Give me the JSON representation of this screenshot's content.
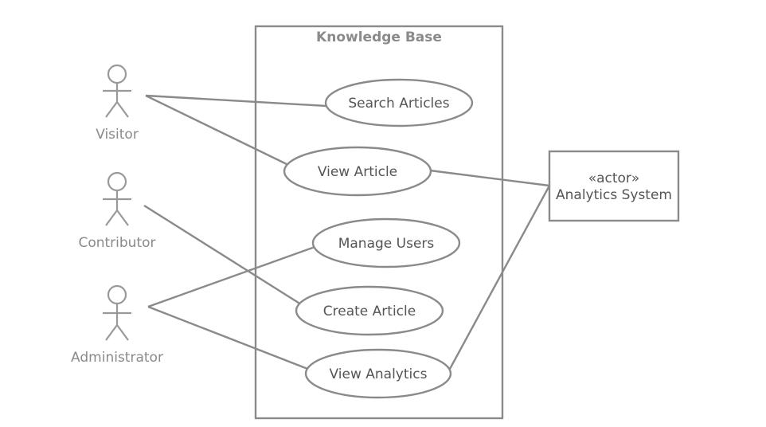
{
  "system": {
    "title": "Knowledge Base"
  },
  "actors": [
    {
      "name": "Visitor"
    },
    {
      "name": "Contributor"
    },
    {
      "name": "Administrator"
    }
  ],
  "use_cases": [
    {
      "label": "Search Articles"
    },
    {
      "label": "View Article"
    },
    {
      "label": "Manage Users"
    },
    {
      "label": "Create Article"
    },
    {
      "label": "View Analytics"
    }
  ],
  "external_actor": {
    "stereotype": "«actor»",
    "name": "Analytics System"
  },
  "associations": [
    {
      "from": "Visitor",
      "to": "Search Articles"
    },
    {
      "from": "Visitor",
      "to": "View Article"
    },
    {
      "from": "Contributor",
      "to": "Create Article"
    },
    {
      "from": "Administrator",
      "to": "Manage Users"
    },
    {
      "from": "Administrator",
      "to": "View Analytics"
    },
    {
      "from": "Analytics System",
      "to": "View Article"
    },
    {
      "from": "Analytics System",
      "to": "View Analytics"
    }
  ]
}
